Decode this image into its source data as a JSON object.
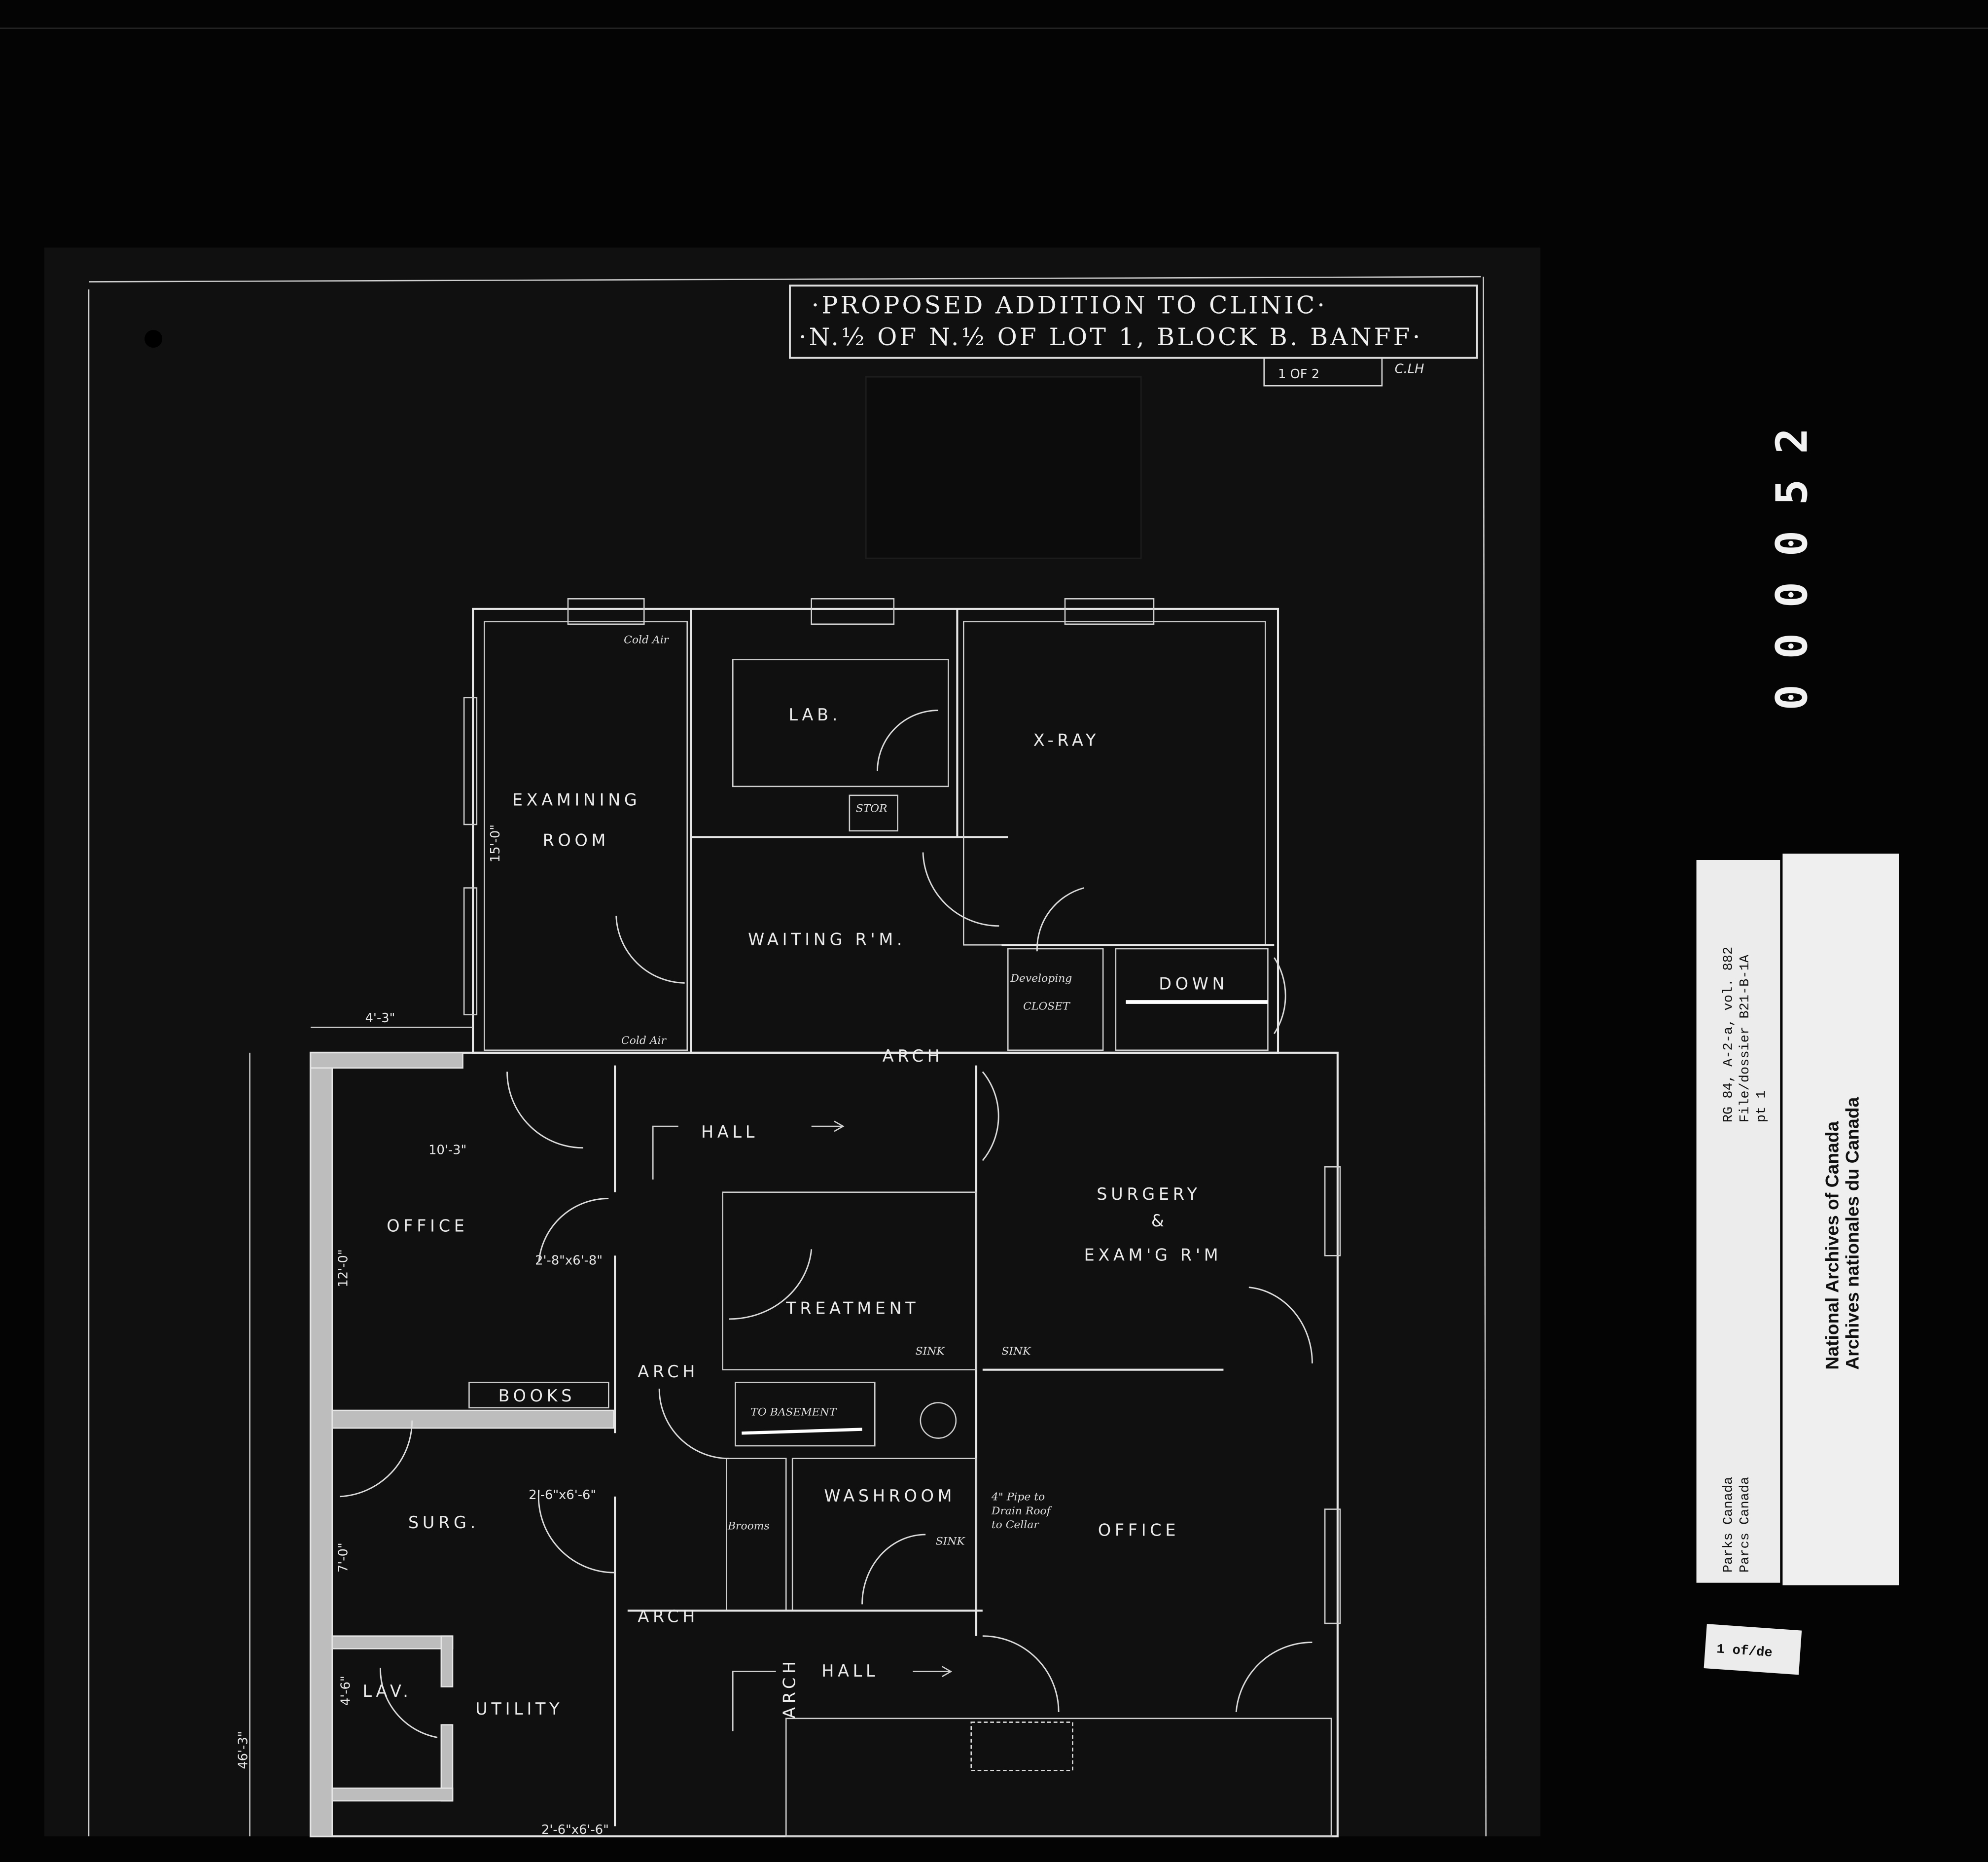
{
  "title_block": {
    "line1": "·PROPOSED ADDITION TO CLINIC·",
    "line2": "·N.½ OF N.½ OF LOT 1, BLOCK B. BANFF·",
    "sheet": "1 OF 2",
    "initials": "C.LH"
  },
  "frame_number": "000052",
  "rooms": {
    "lab": "LAB.",
    "xray": "X-RAY",
    "examining_1": "EXAMINING",
    "examining_2": "ROOM",
    "waiting": "WAITING R'M.",
    "developing_1": "Developing",
    "developing_2": "CLOSET",
    "down": "DOWN",
    "stor": "STOR",
    "hall_upper": "HALL",
    "office_left": "OFFICE",
    "surgery_1": "SURGERY",
    "surgery_2": "&",
    "surgery_3": "EXAM'G R'M",
    "treatment": "TREATMENT",
    "sink_1": "SINK",
    "sink_2": "SINK",
    "sink_3": "SINK",
    "books": "BOOKS",
    "to_basement": "TO BASEMENT",
    "washroom": "WASHROOM",
    "pipe_note_1": "4\" Pipe to",
    "pipe_note_2": "Drain Roof",
    "pipe_note_3": "to Cellar",
    "office_right": "OFFICE",
    "surg": "SURG.",
    "brooms": "Brooms",
    "hall_lower": "HALL",
    "lav": "LAV.",
    "utility": "UTILITY",
    "cold_air_1": "Cold Air",
    "cold_air_2": "Cold Air",
    "arch_1": "ARCH",
    "arch_2": "ARCH",
    "arch_3": "ARCH",
    "arch_4": "ARCH"
  },
  "dimensions": {
    "d_15": "15'-0\"",
    "d_4_3": "4'-3\"",
    "d_10_3": "10'-3\"",
    "d_12": "12'-0\"",
    "d_door1": "2'-8\"x6'-8\"",
    "d_door2": "2'-6\"x6'-6\"",
    "d_door3": "2'-6\"x6'-6\"",
    "d_7": "7'-0\"",
    "d_4_6": "4'-6\"",
    "d_46_3": "46'-3\""
  },
  "archive_label": {
    "line1": "Parks Canada",
    "line2": "Parcs Canada",
    "ref1": "RG 84, A-2-a, vol. 882",
    "ref2": "File/dossier B21-B-1A",
    "ref3": "pt 1",
    "nac_en": "National Archives of Canada",
    "nac_fr": "Archives nationales du Canada",
    "part_tag": "1 of/de"
  }
}
